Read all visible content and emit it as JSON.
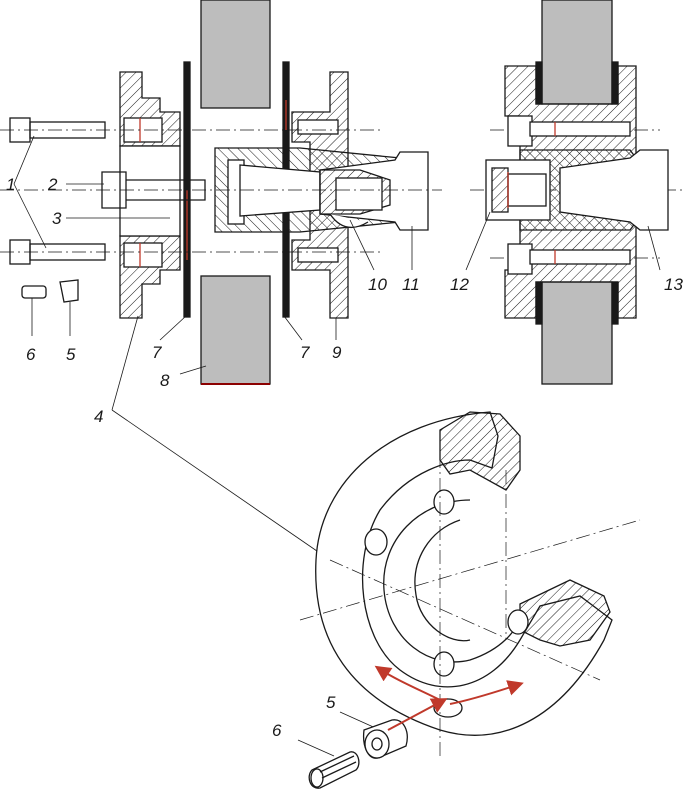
{
  "labels": {
    "l1": "1",
    "l2": "2",
    "l3": "3",
    "l4": "4",
    "l5_top": "5",
    "l6_top": "6",
    "l7_left": "7",
    "l7_right": "7",
    "l8": "8",
    "l9": "9",
    "l10": "10",
    "l11": "11",
    "l12": "12",
    "l13": "13",
    "l5_bottom": "5",
    "l6_bottom": "6"
  },
  "colors": {
    "line": "#1a1a1a",
    "wheel": "#bdbdbd",
    "accent": "#c0392b",
    "hatch": "#1a1a1a"
  },
  "icons": {
    "rotation_arrows": "red-curved-double-arrow",
    "insert_arrow": "red-straight-arrow"
  }
}
